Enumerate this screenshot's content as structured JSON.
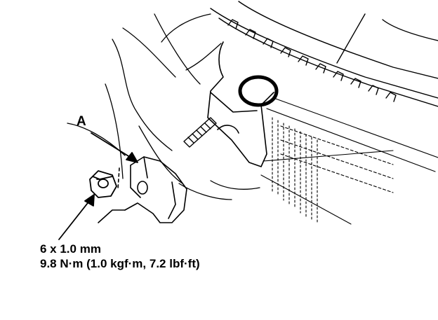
{
  "callouts": {
    "part_label": "A",
    "fastener_size": "6 x 1.0 mm",
    "torque_spec": "9.8 N·m (1.0 kgf·m, 7.2 lbf·ft)"
  },
  "icons": {
    "nut": "flange-nut-icon",
    "bracket": "mount-bracket-icon",
    "stud": "threaded-stud-icon",
    "radiator": "radiator-core-icon"
  },
  "colors": {
    "ink": "#000000",
    "paper": "#ffffff"
  }
}
